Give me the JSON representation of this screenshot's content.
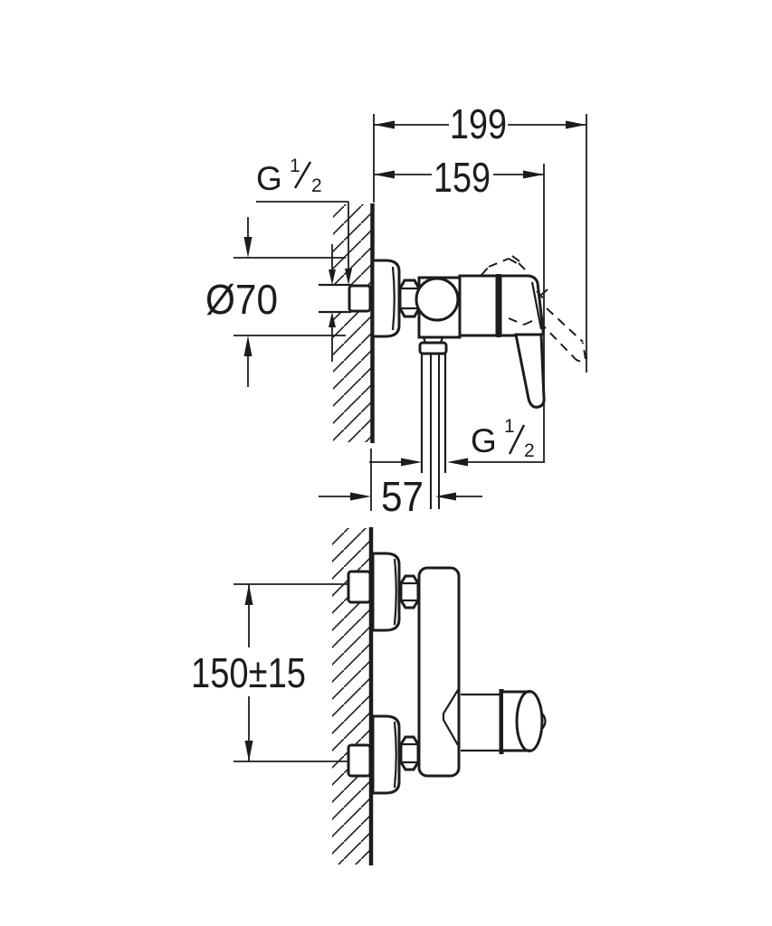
{
  "drawing": {
    "kind": "technical-dimension-drawing",
    "subject": "wall-mounted single-lever shower mixer, side view (top) and front view (bottom)",
    "line_color": "#1c1c1c",
    "background_color": "#ffffff"
  },
  "labels": {
    "dim_width_total": "199",
    "dim_width_to_lever": "159",
    "dim_escutcheon_diameter": "Ø70",
    "dim_outlet_offset": "57",
    "dim_center_distance": "150±15",
    "thread_inlet": {
      "prefix": "G",
      "numerator": "1",
      "denominator": "2"
    },
    "thread_outlet": {
      "prefix": "G",
      "numerator": "1",
      "denominator": "2"
    }
  }
}
